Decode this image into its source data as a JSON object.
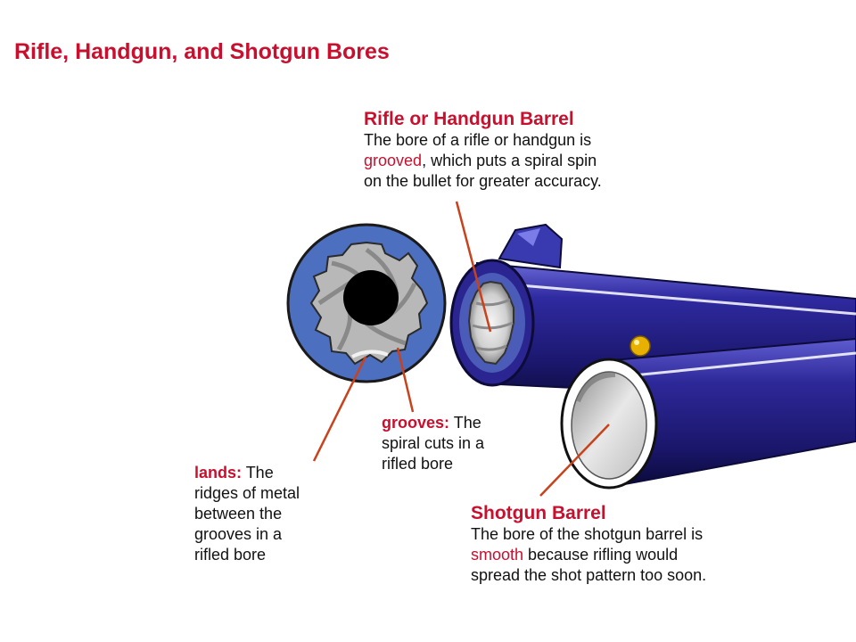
{
  "title": "Rifle, Handgun, and Shotgun Bores",
  "rifle": {
    "heading": "Rifle or Handgun Barrel",
    "line1": "The bore of a rifle or handgun is",
    "highlight": "grooved",
    "line2_rest": ", which puts a spiral spin",
    "line3": "on the bullet for greater accuracy."
  },
  "shotgun": {
    "heading": "Shotgun Barrel",
    "line1": "The bore of the shotgun barrel is",
    "highlight": "smooth",
    "line2_rest": " because rifling would",
    "line3": "spread the shot pattern too soon."
  },
  "grooves": {
    "term": "grooves:",
    "line1_rest": " The",
    "line2": "spiral cuts in a",
    "line3": "rifled bore"
  },
  "lands": {
    "term": "lands:",
    "line1_rest": " The",
    "line2": "ridges of metal",
    "line3": "between the",
    "line4": "grooves in a",
    "line5": "rifled bore"
  },
  "colors": {
    "accent": "#c8102e",
    "barrel": "#2e2891",
    "bore_face": "#4d6fc0",
    "leader": "#c8421c",
    "bead": "#e8b000"
  }
}
